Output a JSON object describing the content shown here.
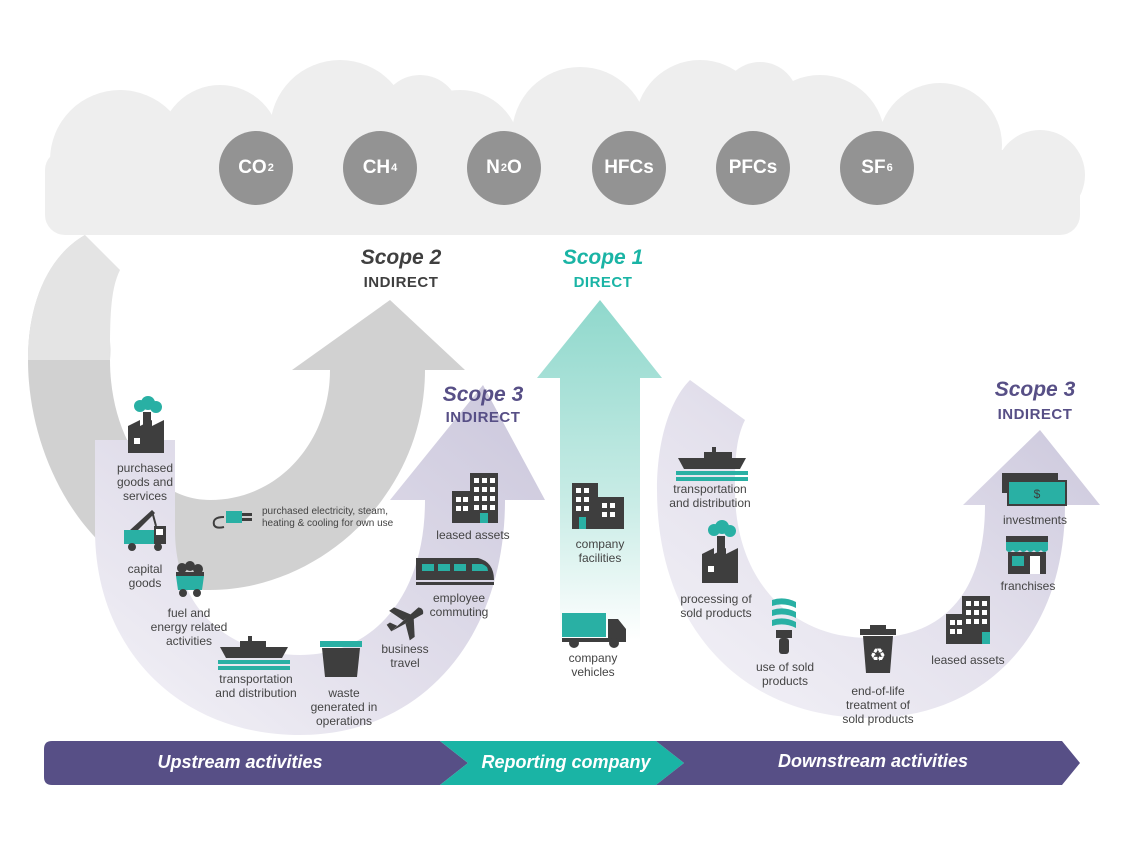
{
  "colors": {
    "purple": "#574f86",
    "teal": "#1ab4a5",
    "gray_arrow": "#cfcfcf",
    "cloud": "#eeeeee",
    "gas_circle": "#939393",
    "icon_dark": "#3e3e3e",
    "icon_teal": "#29b0a4",
    "text": "#444444"
  },
  "gases": [
    {
      "base": "CO",
      "sub": "2"
    },
    {
      "base": "CH",
      "sub": "4"
    },
    {
      "base": "N",
      "sub": "2",
      "after": "O"
    },
    {
      "base": "HFCs",
      "sub": ""
    },
    {
      "base": "PFCs",
      "sub": ""
    },
    {
      "base": "SF",
      "sub": "6"
    }
  ],
  "scopes": {
    "scope2": {
      "title": "Scope 2",
      "subtitle": "INDIRECT"
    },
    "scope1": {
      "title": "Scope 1",
      "subtitle": "DIRECT"
    },
    "scope3_upstream": {
      "title": "Scope 3",
      "subtitle": "INDIRECT"
    },
    "scope3_downstream": {
      "title": "Scope 3",
      "subtitle": "INDIRECT"
    }
  },
  "upstream": {
    "purchased_goods": "purchased\ngoods and\nservices",
    "purchased_electricity": "purchased electricity, steam,\nheating & cooling for own use",
    "capital_goods": "capital\ngoods",
    "fuel_energy": "fuel and\nenergy related\nactivities",
    "transportation": "transportation\nand distribution",
    "waste": "waste\ngenerated in\noperations",
    "business_travel": "business\ntravel",
    "employee_commuting": "employee\ncommuting",
    "leased_assets": "leased assets"
  },
  "reporting": {
    "company_facilities": "company\nfacilities",
    "company_vehicles": "company\nvehicles"
  },
  "downstream": {
    "transportation": "transportation\nand distribution",
    "processing": "processing of\nsold products",
    "use_of_sold": "use of sold\nproducts",
    "end_of_life": "end-of-life\ntreatment of\nsold products",
    "leased_assets": "leased assets",
    "franchises": "franchises",
    "investments": "investments"
  },
  "band": {
    "upstream": "Upstream activities",
    "reporting": "Reporting company",
    "downstream": "Downstream activities"
  }
}
